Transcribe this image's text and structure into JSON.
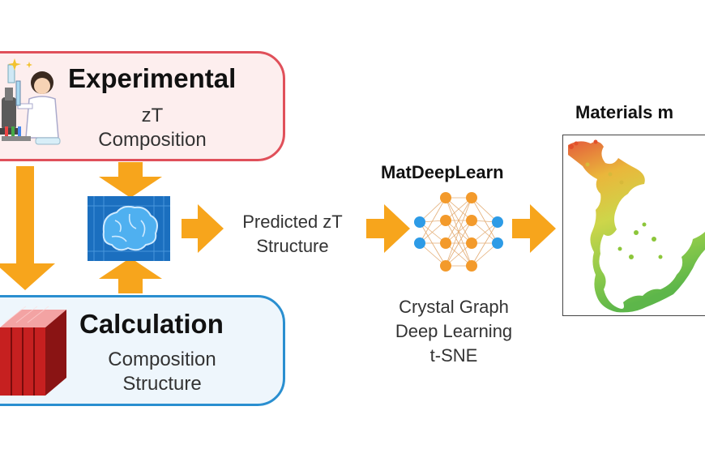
{
  "experimental": {
    "title": "Experimental",
    "line1": "zT",
    "line2": "Composition"
  },
  "calculation": {
    "title": "Calculation",
    "line1": "Composition",
    "line2": "Structure"
  },
  "predicted": {
    "line1": "Predicted zT",
    "line2": "Structure"
  },
  "matdeeplearn": {
    "title": "MatDeepLearn",
    "line1": "Crystal Graph",
    "line2": "Deep Learning",
    "line3": "t-SNE"
  },
  "materials_map": {
    "title": "Materials m"
  },
  "colors": {
    "arrow": "#f7a51c",
    "experimental_border": "#e0505a",
    "calculation_border": "#2a8fd0",
    "node_orange": "#f39a2b",
    "node_blue": "#2d9be6",
    "brain_bg": "#1b6fbf"
  }
}
